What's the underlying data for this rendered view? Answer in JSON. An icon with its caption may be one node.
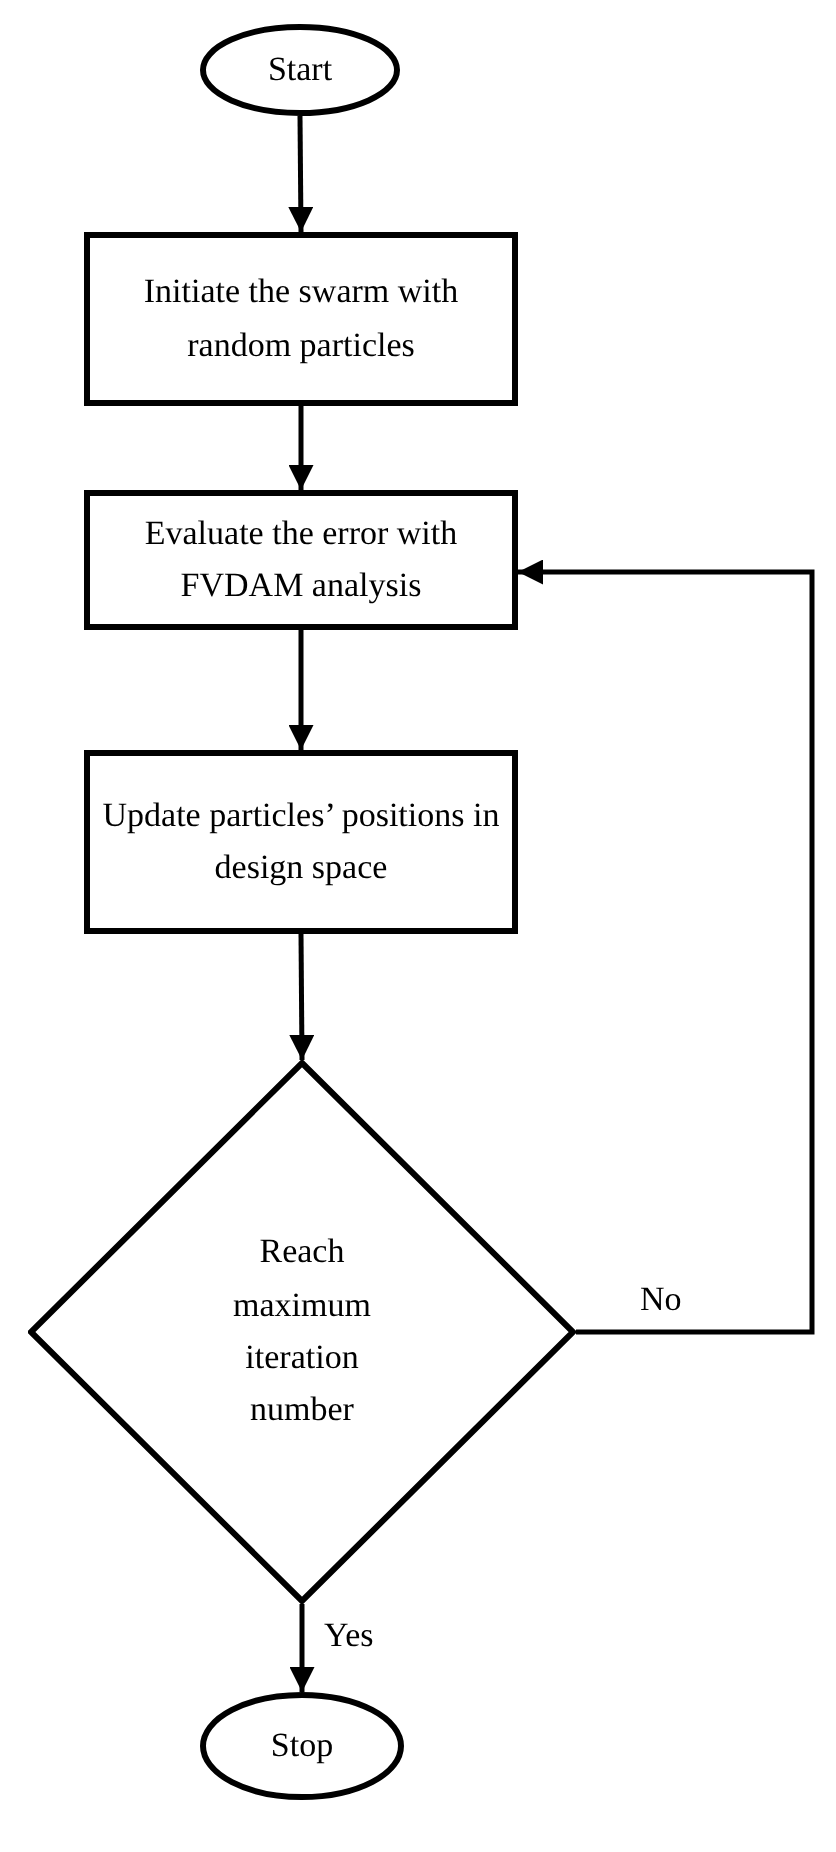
{
  "diagram": {
    "nodes": [
      {
        "text": [
          "Start"
        ]
      },
      {
        "text": [
          "Initiate the swarm with random particles"
        ]
      },
      {
        "text": [
          "Evaluate the error with FVDAM analysis"
        ]
      },
      {
        "text": [
          "Update particles’ positions in design space"
        ]
      },
      {
        "text": [
          "Reach maximum iteration number"
        ]
      },
      {
        "text": [
          "Stop"
        ]
      }
    ],
    "edges": [
      {
        "from": 0,
        "to": 1,
        "arrow": "to"
      },
      {
        "from": 1,
        "to": 2,
        "arrow": "to"
      },
      {
        "from": 2,
        "to": 3,
        "arrow": "to"
      },
      {
        "from": 3,
        "to": 4,
        "arrow": "to"
      },
      {
        "from": 4,
        "to": 2,
        "arrow": "to",
        "label": "No"
      },
      {
        "from": 4,
        "to": 5,
        "arrow": "to",
        "label": "Yes"
      }
    ]
  }
}
